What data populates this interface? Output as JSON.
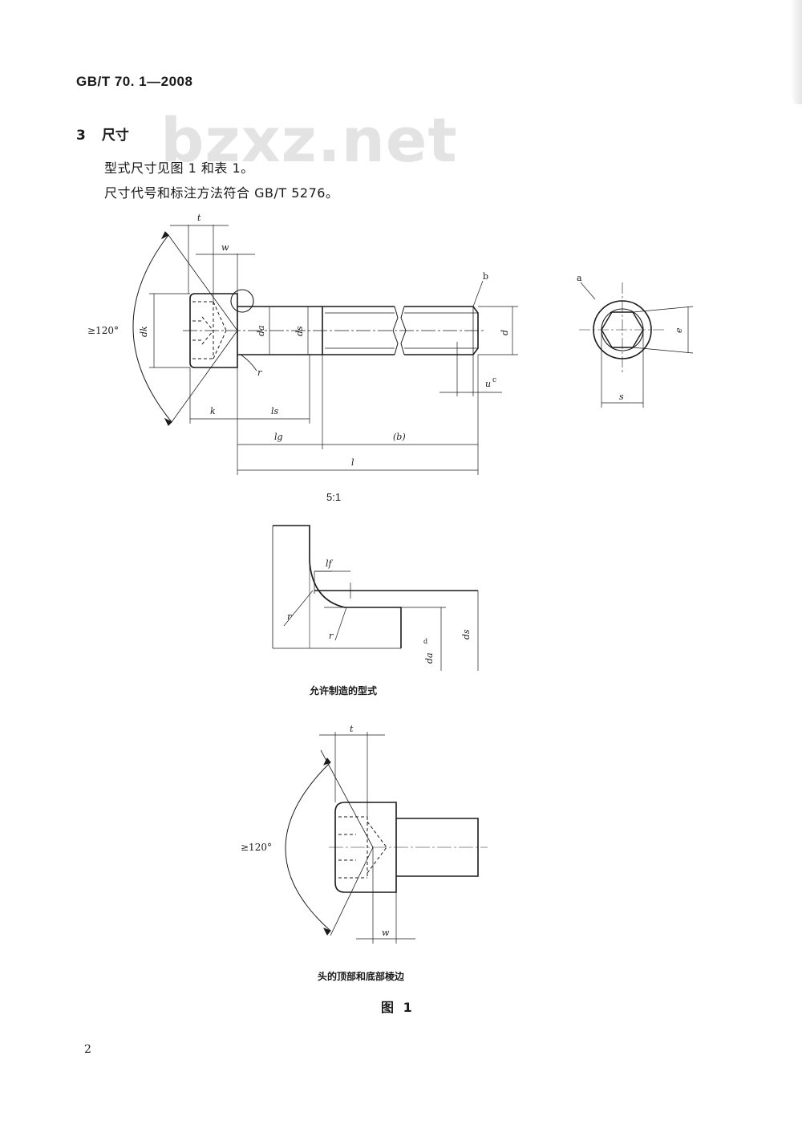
{
  "header": {
    "standard_no": "GB/T 70. 1—2008"
  },
  "watermark": "bzxz.net",
  "section": {
    "number": "3",
    "title": "尺寸"
  },
  "paragraphs": [
    "型式尺寸见图 1 和表 1。",
    "尺寸代号和标注方法符合 GB/T 5276。"
  ],
  "figure_main": {
    "angle_label": "≥120°",
    "labels": {
      "t": "t",
      "w": "w",
      "dk": "dk",
      "da": "da",
      "ds": "ds",
      "d": "d",
      "r": "r",
      "k": "k",
      "ls": "ls",
      "lg": "lg",
      "b": "(b)",
      "l": "l",
      "u": "u",
      "u_sup": "c",
      "note_a": "a",
      "note_b": "b",
      "e": "e",
      "s": "s"
    }
  },
  "detail_scale": "5:1",
  "detail_caption": "允许制造的型式",
  "detail_labels": {
    "lf": "lf",
    "r1": "r",
    "r2": "r",
    "da_note": "da",
    "da_sup": "d",
    "ds": "ds"
  },
  "edge_caption": "头的顶部和底部棱边",
  "edge_labels": {
    "t": "t",
    "w": "w",
    "angle": "≥120°"
  },
  "figure_caption": "图 1",
  "page_number": "2"
}
